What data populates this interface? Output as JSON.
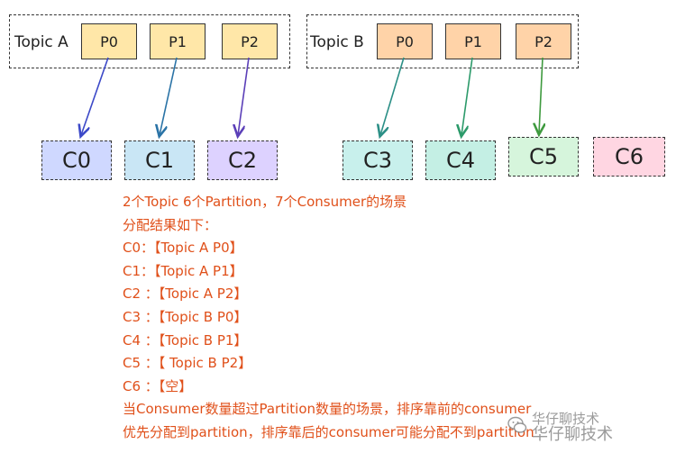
{
  "topics": {
    "a": {
      "label": "Topic A",
      "partitions": [
        "P0",
        "P1",
        "P2"
      ]
    },
    "b": {
      "label": "Topic B",
      "partitions": [
        "P0",
        "P1",
        "P2"
      ]
    }
  },
  "consumers": [
    "C0",
    "C1",
    "C2",
    "C3",
    "C4",
    "C5",
    "C6"
  ],
  "notes": [
    "2个Topic 6个Partition，7个Consumer的场景",
    "分配结果如下：",
    "C0：【Topic A P0】",
    "C1：【Topic A P1】",
    "C2 ：【Topic A P2】",
    "C3 ：【Topic B P0】",
    "C4 ：【Topic B P1】",
    "C5 ：【 Topic B P2】",
    "C6 ：【空】",
    "当Consumer数量超过Partition数量的场景，排序靠前的consumer",
    "优先分配到partition，排序靠后的consumer可能分配不到partition"
  ],
  "watermark": {
    "line1": "华仔聊技术",
    "line2": "华仔聊技术"
  },
  "colors": {
    "partition_a": "#ffe7a8",
    "partition_b": "#ffd3a8",
    "consumers": [
      "#cfd8ff",
      "#c9e6f5",
      "#ddd2ff",
      "#c8f0ec",
      "#c4efe4",
      "#d6f5dc",
      "#ffd6e2"
    ],
    "arrows": [
      "#3c49c8",
      "#2a73a6",
      "#5b3fb8",
      "#2b8f86",
      "#2c9a6a",
      "#3f9a3f"
    ],
    "note_text": "#e0501a"
  }
}
